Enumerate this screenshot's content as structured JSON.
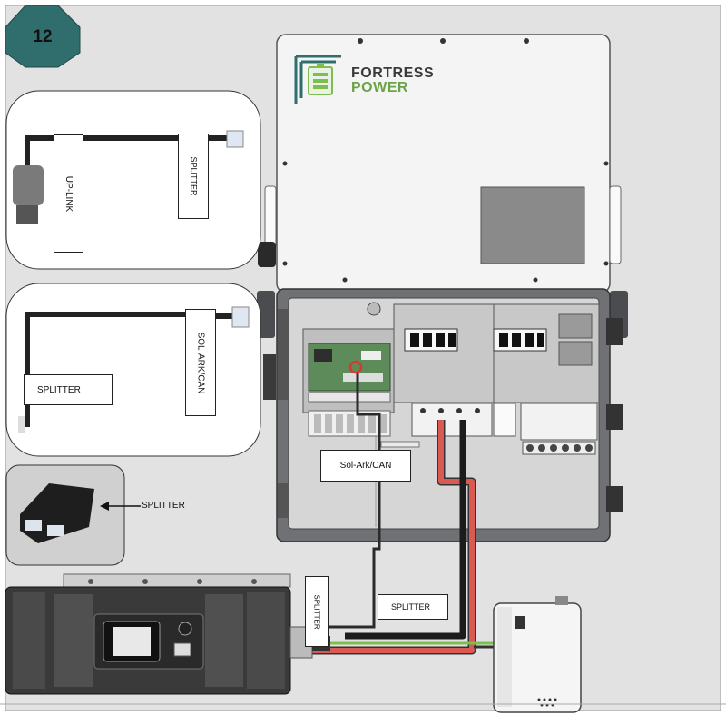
{
  "step_badge": "12",
  "brand": {
    "line1": "FORTRESS",
    "line2": "POWER"
  },
  "labels": {
    "uplink": "UP-LINK",
    "splitter_top": "SPLITTER",
    "sol_ark_can_vertical": "SOL-ARK/CAN",
    "splitter_left": "SPLITTER",
    "splitter_adapter": "SPLITTER",
    "sol_ark_can_box": "Sol-Ark/CAN",
    "splitter_bottom_vertical": "SPLITTER",
    "splitter_bottom": "SPLITTER"
  },
  "colors": {
    "badge": "#2f6e6c",
    "enclosure": "#6f7174",
    "red_cable": "#d85a52",
    "black_cable": "#1c1c1c",
    "green_cable": "#7dbf4e",
    "teal_logo": "#2f6e6c"
  }
}
